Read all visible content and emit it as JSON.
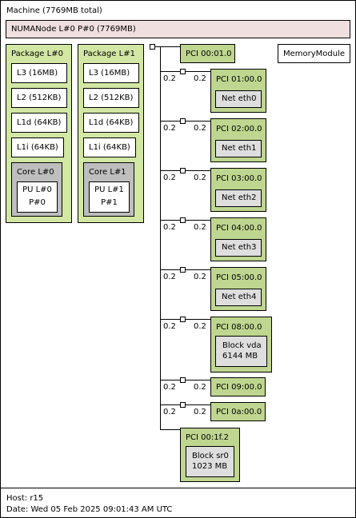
{
  "machine": {
    "label": "Machine (7769MB total)"
  },
  "numa": {
    "label": "NUMANode L#0 P#0 (7769MB)"
  },
  "memory_module": {
    "label": "MemoryModule"
  },
  "packages": [
    {
      "label": "Package L#0",
      "caches": [
        "L3 (16MB)",
        "L2 (512KB)",
        "L1d (64KB)",
        "L1i (64KB)"
      ],
      "core": "Core L#0",
      "pu_line1": "PU L#0",
      "pu_line2": "P#0"
    },
    {
      "label": "Package L#1",
      "caches": [
        "L3 (16MB)",
        "L2 (512KB)",
        "L1d (64KB)",
        "L1i (64KB)"
      ],
      "core": "Core L#1",
      "pu_line1": "PU L#1",
      "pu_line2": "P#1"
    }
  ],
  "pci_root": {
    "label": "PCI 00:01.0"
  },
  "pci_devices": [
    {
      "label": "PCI 01:00.0",
      "device": "Net eth0",
      "bw_left": "0.2",
      "bw_right": "0.2"
    },
    {
      "label": "PCI 02:00.0",
      "device": "Net eth1",
      "bw_left": "0.2",
      "bw_right": "0.2"
    },
    {
      "label": "PCI 03:00.0",
      "device": "Net eth2",
      "bw_left": "0.2",
      "bw_right": "0.2"
    },
    {
      "label": "PCI 04:00.0",
      "device": "Net eth3",
      "bw_left": "0.2",
      "bw_right": "0.2"
    },
    {
      "label": "PCI 05:00.0",
      "device": "Net eth4",
      "bw_left": "0.2",
      "bw_right": "0.2"
    },
    {
      "label": "PCI 08:00.0",
      "device_line1": "Block vda",
      "device_line2": "6144 MB",
      "bw_left": "0.2",
      "bw_right": "0.2"
    },
    {
      "label": "PCI 09:00.0",
      "bw_left": "0.2",
      "bw_right": "0.2"
    },
    {
      "label": "PCI 0a:00.0",
      "bw_left": "0.2",
      "bw_right": "0.2"
    }
  ],
  "pci_bottom": {
    "label": "PCI 00:1f.2",
    "device_line1": "Block sr0",
    "device_line2": "1023 MB"
  },
  "footer": {
    "host": "Host: r15",
    "date": "Date: Wed 05 Feb 2025 09:01:43 AM UTC"
  }
}
